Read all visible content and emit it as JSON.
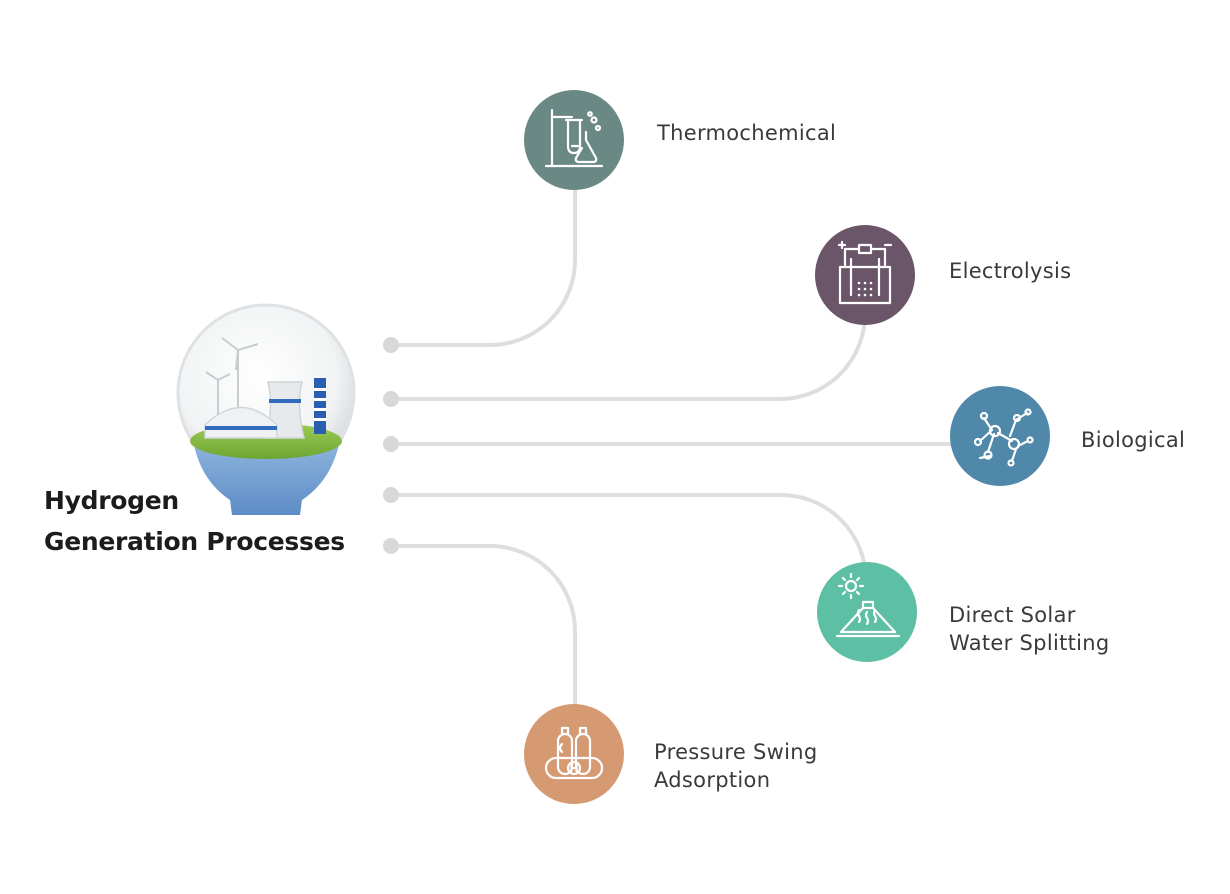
{
  "title": {
    "line1": "Hydrogen",
    "line2": "Generation Processes"
  },
  "processes": [
    {
      "lines": [
        "Thermochemical"
      ],
      "color": "#6b8984",
      "icon": "lab-flasks-icon"
    },
    {
      "lines": [
        "Electrolysis"
      ],
      "color": "#6b5669",
      "icon": "electrolysis-cell-icon"
    },
    {
      "lines": [
        "Biological"
      ],
      "color": "#4f88a8",
      "icon": "molecule-icon"
    },
    {
      "lines": [
        "Direct Solar",
        "Water Splitting"
      ],
      "color": "#5dbfa4",
      "icon": "solar-splitting-icon"
    },
    {
      "lines": [
        "Pressure Swing",
        "Adsorption"
      ],
      "color": "#d69a72",
      "icon": "hydrogen-tanks-icon"
    }
  ],
  "colors": {
    "connector": "#dddddd",
    "connector_dot": "#d9d9d9",
    "icon_stroke": "#ffffff"
  }
}
